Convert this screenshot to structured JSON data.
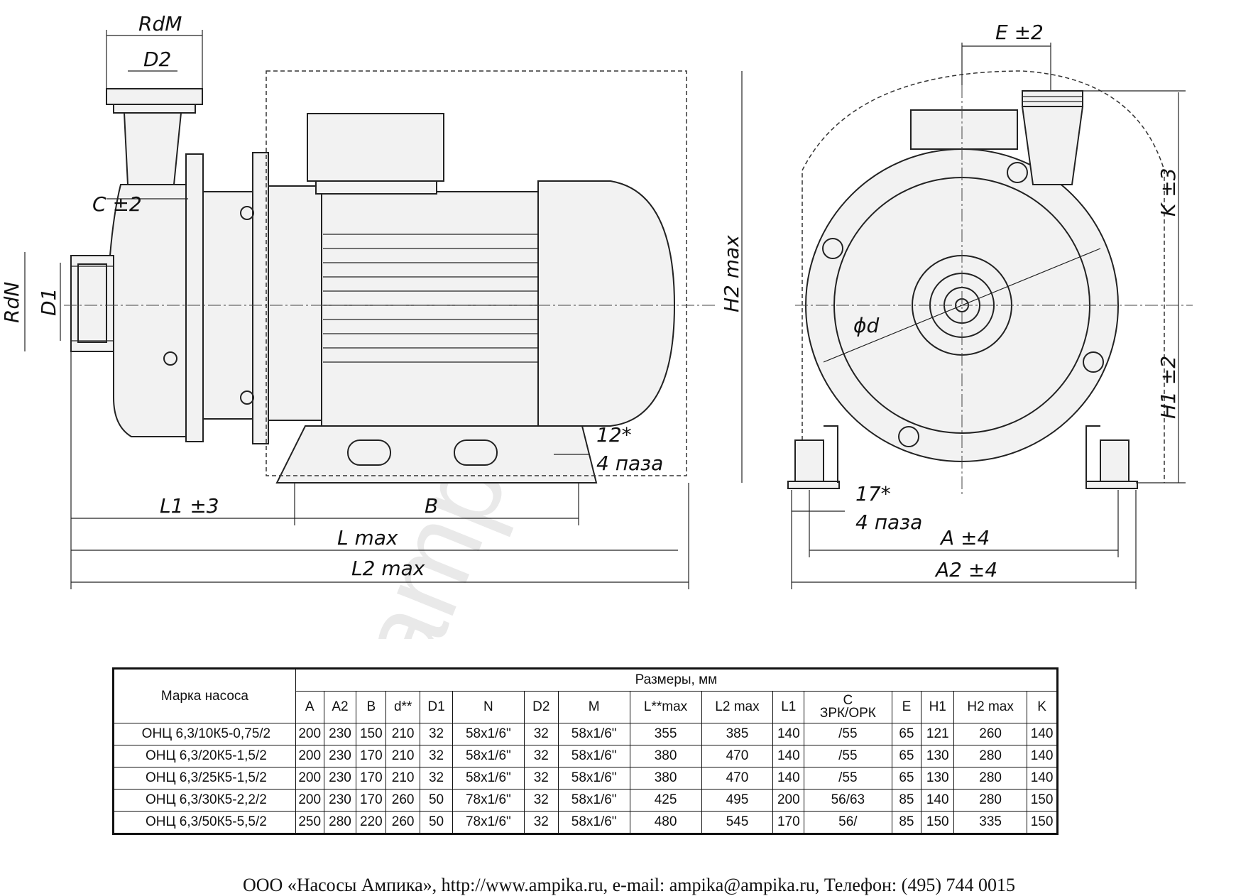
{
  "drawing": {
    "watermark": "ampika.ru",
    "labels": {
      "rdm": "RdM",
      "d2": "D2",
      "c": "C ±2",
      "rdn": "RdN",
      "d1": "D1",
      "l1": "L1 ±3",
      "b": "B",
      "lmax": "L max",
      "l2max": "L2 max",
      "h2max": "H2 max",
      "slot12": "12*",
      "slots4a": "4 паза",
      "e": "E ±2",
      "k": "K ±3",
      "phid": "ϕd",
      "h1": "H1 ±2",
      "slot17": "17*",
      "slots4b": "4 паза",
      "a": "A ±4",
      "a2": "A2 ±4"
    }
  },
  "table": {
    "model_header": "Марка насоса",
    "group_header": "Размеры, мм",
    "columns": [
      "A",
      "A2",
      "B",
      "d**",
      "D1",
      "N",
      "D2",
      "M",
      "L**max",
      "L2 max",
      "L1",
      "C\nЗРК/ОРК",
      "E",
      "H1",
      "H2 max",
      "K"
    ],
    "rows": [
      [
        "ОНЦ  6,3/10К5-0,75/2",
        "200",
        "230",
        "150",
        "210",
        "32",
        "58x1/6\"",
        "32",
        "58x1/6\"",
        "355",
        "385",
        "140",
        "/55",
        "65",
        "121",
        "260",
        "140"
      ],
      [
        "ОНЦ  6,3/20К5-1,5/2",
        "200",
        "230",
        "170",
        "210",
        "32",
        "58x1/6\"",
        "32",
        "58x1/6\"",
        "380",
        "470",
        "140",
        "/55",
        "65",
        "130",
        "280",
        "140"
      ],
      [
        "ОНЦ  6,3/25К5-1,5/2",
        "200",
        "230",
        "170",
        "210",
        "32",
        "58x1/6\"",
        "32",
        "58x1/6\"",
        "380",
        "470",
        "140",
        "/55",
        "65",
        "130",
        "280",
        "140"
      ],
      [
        "ОНЦ  6,3/30К5-2,2/2",
        "200",
        "230",
        "170",
        "260",
        "50",
        "78x1/6\"",
        "32",
        "58x1/6\"",
        "425",
        "495",
        "200",
        "56/63",
        "85",
        "140",
        "280",
        "150"
      ],
      [
        "ОНЦ  6,3/50К5-5,5/2",
        "250",
        "280",
        "220",
        "260",
        "50",
        "78x1/6\"",
        "32",
        "58x1/6\"",
        "480",
        "545",
        "170",
        "56/",
        "85",
        "150",
        "335",
        "150"
      ]
    ]
  },
  "footer": "ООО «Насосы Ампика», http://www.ampika.ru, e-mail: ampika@ampika.ru, Телефон: (495) 744 0015"
}
